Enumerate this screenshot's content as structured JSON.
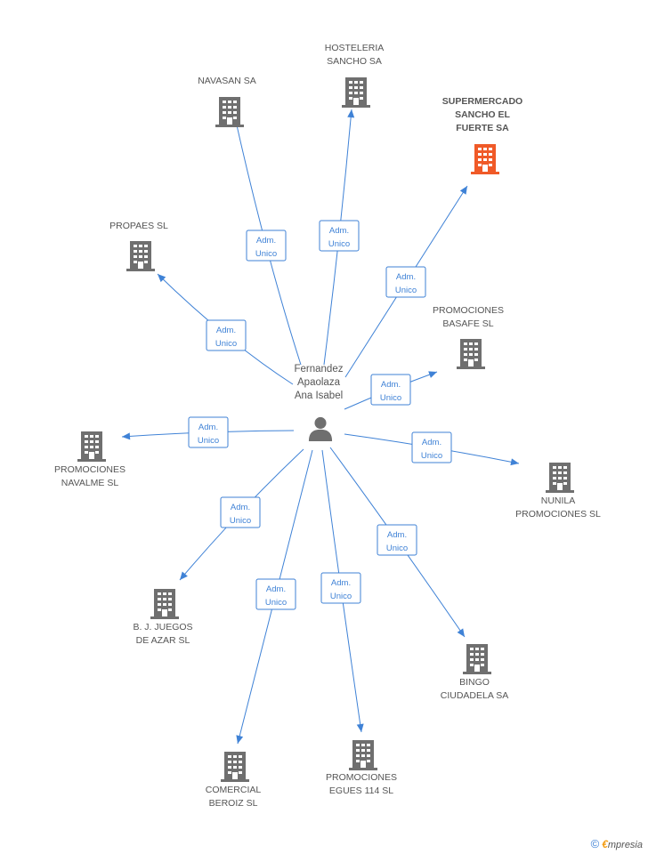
{
  "colors": {
    "edge": "#3f82d6",
    "company_icon": "#6f6f6f",
    "highlight_icon": "#f05a28",
    "person_icon": "#6f6f6f",
    "label": "#555555"
  },
  "center": {
    "icon": "person-icon",
    "label_lines": [
      "Fernandez",
      "Apaolaza",
      "Ana Isabel"
    ]
  },
  "nodes": [
    {
      "id": "hosteleria",
      "label_lines": [
        "HOSTELERIA",
        "SANCHO SA"
      ],
      "role_lines": [
        "Adm.",
        "Unico"
      ],
      "icon": "building-icon"
    },
    {
      "id": "navasan",
      "label_lines": [
        "NAVASAN SA"
      ],
      "role_lines": [
        "Adm.",
        "Unico"
      ],
      "icon": "building-icon"
    },
    {
      "id": "supermercado",
      "label_lines": [
        "SUPERMERCADO",
        "SANCHO EL",
        "FUERTE SA"
      ],
      "role_lines": [
        "Adm.",
        "Unico"
      ],
      "icon": "building-icon",
      "highlight": true
    },
    {
      "id": "propaes",
      "label_lines": [
        "PROPAES SL"
      ],
      "role_lines": [
        "Adm.",
        "Unico"
      ],
      "icon": "building-icon"
    },
    {
      "id": "basafe",
      "label_lines": [
        "PROMOCIONES",
        "BASAFE SL"
      ],
      "role_lines": [
        "Adm.",
        "Unico"
      ],
      "icon": "building-icon"
    },
    {
      "id": "navalme",
      "label_lines": [
        "PROMOCIONES",
        "NAVALME SL"
      ],
      "role_lines": [
        "Adm.",
        "Unico"
      ],
      "icon": "building-icon"
    },
    {
      "id": "nunila",
      "label_lines": [
        "NUNILA",
        "PROMOCIONES SL"
      ],
      "role_lines": [
        "Adm.",
        "Unico"
      ],
      "icon": "building-icon"
    },
    {
      "id": "bjuegos",
      "label_lines": [
        "B. J. JUEGOS",
        "DE AZAR SL"
      ],
      "role_lines": [
        "Adm.",
        "Unico"
      ],
      "icon": "building-icon"
    },
    {
      "id": "bingo",
      "label_lines": [
        "BINGO",
        "CIUDADELA SA"
      ],
      "role_lines": [
        "Adm.",
        "Unico"
      ],
      "icon": "building-icon"
    },
    {
      "id": "comercial",
      "label_lines": [
        "COMERCIAL",
        "BEROIZ  SL"
      ],
      "role_lines": [
        "Adm.",
        "Unico"
      ],
      "icon": "building-icon"
    },
    {
      "id": "egues",
      "label_lines": [
        "PROMOCIONES",
        "EGUES 114 SL"
      ],
      "role_lines": [
        "Adm.",
        "Unico"
      ],
      "icon": "building-icon"
    }
  ],
  "footer": {
    "copyright": "©",
    "brand_initial": "€",
    "brand_rest": "mpresia"
  }
}
